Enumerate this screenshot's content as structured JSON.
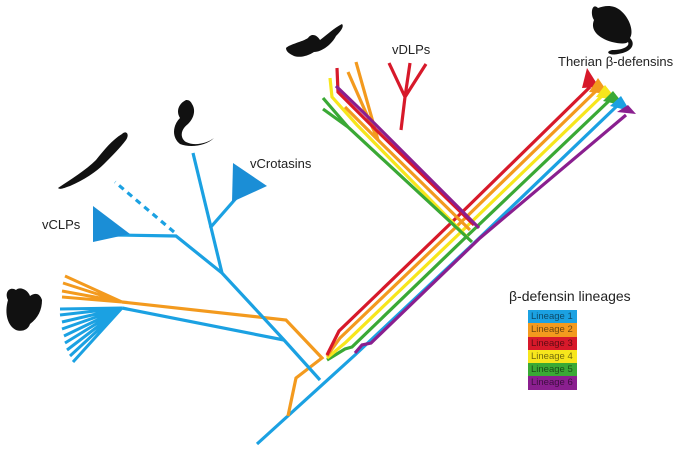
{
  "title": "β-defensin lineages phylogeny",
  "labels": {
    "therian": "Therian β-defensins",
    "vdlps": "vDLPs",
    "vcrotasins": "vCrotasins",
    "vclps": "vCLPs"
  },
  "legend": {
    "title": "β-defensin lineages",
    "items": [
      {
        "label": "Lineage 1",
        "color": "#1ba1e2"
      },
      {
        "label": "Lineage 2",
        "color": "#f39a1e"
      },
      {
        "label": "Lineage 3",
        "color": "#d7192a"
      },
      {
        "label": "Lineage 4",
        "color": "#f7e61c"
      },
      {
        "label": "Lineage 5",
        "color": "#3aa935"
      },
      {
        "label": "Lineage 6",
        "color": "#8a1f8f"
      }
    ]
  },
  "silhouettes": [
    "rat-icon",
    "platypus-icon",
    "snake-icon",
    "lizard-icon",
    "chicken-icon"
  ]
}
